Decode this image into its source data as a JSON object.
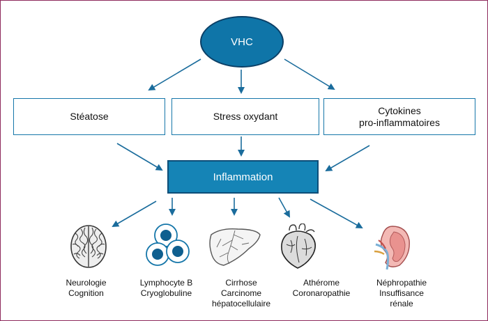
{
  "top_node": {
    "label": "VHC"
  },
  "mechanisms": [
    {
      "label": "Stéatose"
    },
    {
      "label": "Stress oxydant"
    },
    {
      "label": "Cytokines\npro-inflammatoires"
    }
  ],
  "center_node": {
    "label": "Inflammation"
  },
  "outcomes": [
    {
      "label": "Neurologie\nCognition",
      "icon": "brain-icon"
    },
    {
      "label": "Lymphocyte B\nCryoglobuline",
      "icon": "b-lymphocyte-cells-icon"
    },
    {
      "label": "Cirrhose\nCarcinome\nhépatocellulaire",
      "icon": "liver-icon"
    },
    {
      "label": "Athérome\nCoronaropathie",
      "icon": "heart-icon"
    },
    {
      "label": "Néphropathie\nInsuffisance\nrénale",
      "icon": "kidney-icon"
    }
  ],
  "colors": {
    "oval_fill": "#0f75a8",
    "box_border": "#1576a9",
    "inflammation_fill": "#1584b6",
    "arrow": "#1a6c9c",
    "frame": "#8e2a5c"
  }
}
